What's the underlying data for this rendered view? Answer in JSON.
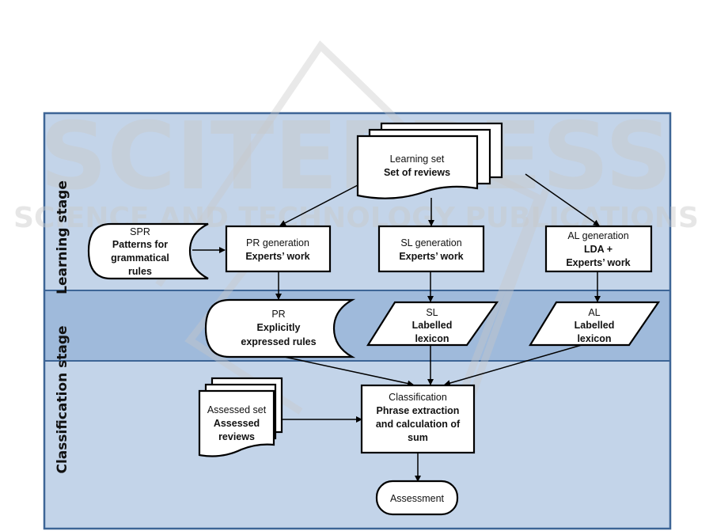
{
  "watermark": {
    "line1": "SCITEPRESS",
    "line2": "SCIENCE AND TECHNOLOGY PUBLICATIONS"
  },
  "colors": {
    "frame_border": "#3d6596",
    "lane_light": "#c3d4e9",
    "lane_mid": "#9fbadb",
    "shape_fill": "#ffffff"
  },
  "lanes": [
    {
      "id": "learning",
      "title": "Learning stage"
    },
    {
      "id": "classification",
      "title": "Classification stage"
    }
  ],
  "nodes": {
    "learning_set": {
      "title": "Learning set",
      "subtitle": "Set of reviews",
      "shape": "multi-document"
    },
    "spr": {
      "title": "SPR",
      "lines": [
        "Patterns for",
        "grammatical",
        "rules"
      ],
      "shape": "stored-data"
    },
    "pr_generation": {
      "title": "PR generation",
      "subtitle": "Experts’ work",
      "shape": "process"
    },
    "sl_generation": {
      "title": "SL generation",
      "subtitle": "Experts’ work",
      "shape": "process"
    },
    "al_generation": {
      "title": "AL generation",
      "lines": [
        "LDA +",
        "Experts’ work"
      ],
      "shape": "process"
    },
    "pr": {
      "title": "PR",
      "lines": [
        "Explicitly",
        "expressed rules"
      ],
      "shape": "stored-data"
    },
    "sl": {
      "title": "SL",
      "lines": [
        "Labelled",
        "lexicon"
      ],
      "shape": "data"
    },
    "al": {
      "title": "AL",
      "lines": [
        "Labelled",
        "lexicon"
      ],
      "shape": "data"
    },
    "assessed_set": {
      "title": "Assessed set",
      "lines": [
        "Assessed",
        "reviews"
      ],
      "shape": "multi-document"
    },
    "classification": {
      "title": "Classification",
      "lines": [
        "Phrase extraction",
        "and calculation of",
        "sum"
      ],
      "shape": "process"
    },
    "assessment": {
      "title": "Assessment",
      "shape": "terminator"
    }
  },
  "edges": [
    {
      "from": "learning_set",
      "to": "pr_generation"
    },
    {
      "from": "learning_set",
      "to": "sl_generation"
    },
    {
      "from": "learning_set",
      "to": "al_generation"
    },
    {
      "from": "spr",
      "to": "pr_generation"
    },
    {
      "from": "pr_generation",
      "to": "pr"
    },
    {
      "from": "sl_generation",
      "to": "sl"
    },
    {
      "from": "al_generation",
      "to": "al"
    },
    {
      "from": "pr",
      "to": "classification"
    },
    {
      "from": "sl",
      "to": "classification"
    },
    {
      "from": "al",
      "to": "classification"
    },
    {
      "from": "assessed_set",
      "to": "classification"
    },
    {
      "from": "classification",
      "to": "assessment"
    }
  ]
}
